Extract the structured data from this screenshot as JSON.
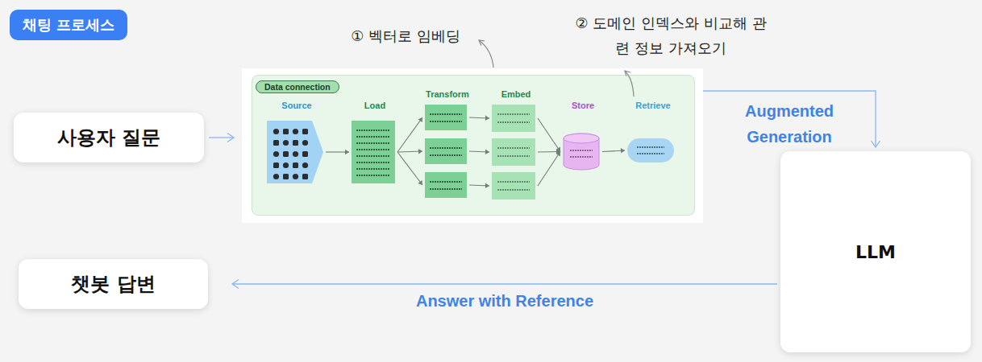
{
  "diagram": {
    "title": "채팅 프로세스",
    "nodes": [
      {
        "text": [
          "사용자 질문"
        ]
      },
      {
        "text": [
          "Data connection"
        ]
      },
      {
        "text": [
          "Source"
        ],
        "in": 1
      },
      {
        "text": [
          "Load"
        ],
        "in": 1
      },
      {
        "text": [
          "Transform"
        ],
        "in": 1
      },
      {
        "text": [
          "Embed"
        ],
        "in": 1
      },
      {
        "text": [
          "Store"
        ],
        "in": 1
      },
      {
        "text": [
          "Retrieve"
        ],
        "in": 1
      },
      {
        "text": [
          "LLM"
        ]
      },
      {
        "text": [
          "챗봇 답변"
        ]
      }
    ],
    "edges": [
      {
        "from": 0,
        "to": 1,
        "arrow": "to"
      },
      {
        "from": 2,
        "to": 3,
        "arrow": "to"
      },
      {
        "from": 3,
        "to": 4,
        "arrow": "to"
      },
      {
        "from": 4,
        "to": 5,
        "arrow": "to"
      },
      {
        "from": 5,
        "to": 6,
        "arrow": "to"
      },
      {
        "from": 6,
        "to": 7,
        "arrow": "to"
      },
      {
        "from": 1,
        "to": 8,
        "label": "Augmented Generation",
        "arrow": "to"
      },
      {
        "from": 8,
        "to": 9,
        "label": "Answer with Reference",
        "arrow": "to"
      }
    ],
    "labels": [
      "① 벡터로 임베딩",
      "② 도메인 인덱스와 비교해 관련 정보 가져오기"
    ]
  }
}
